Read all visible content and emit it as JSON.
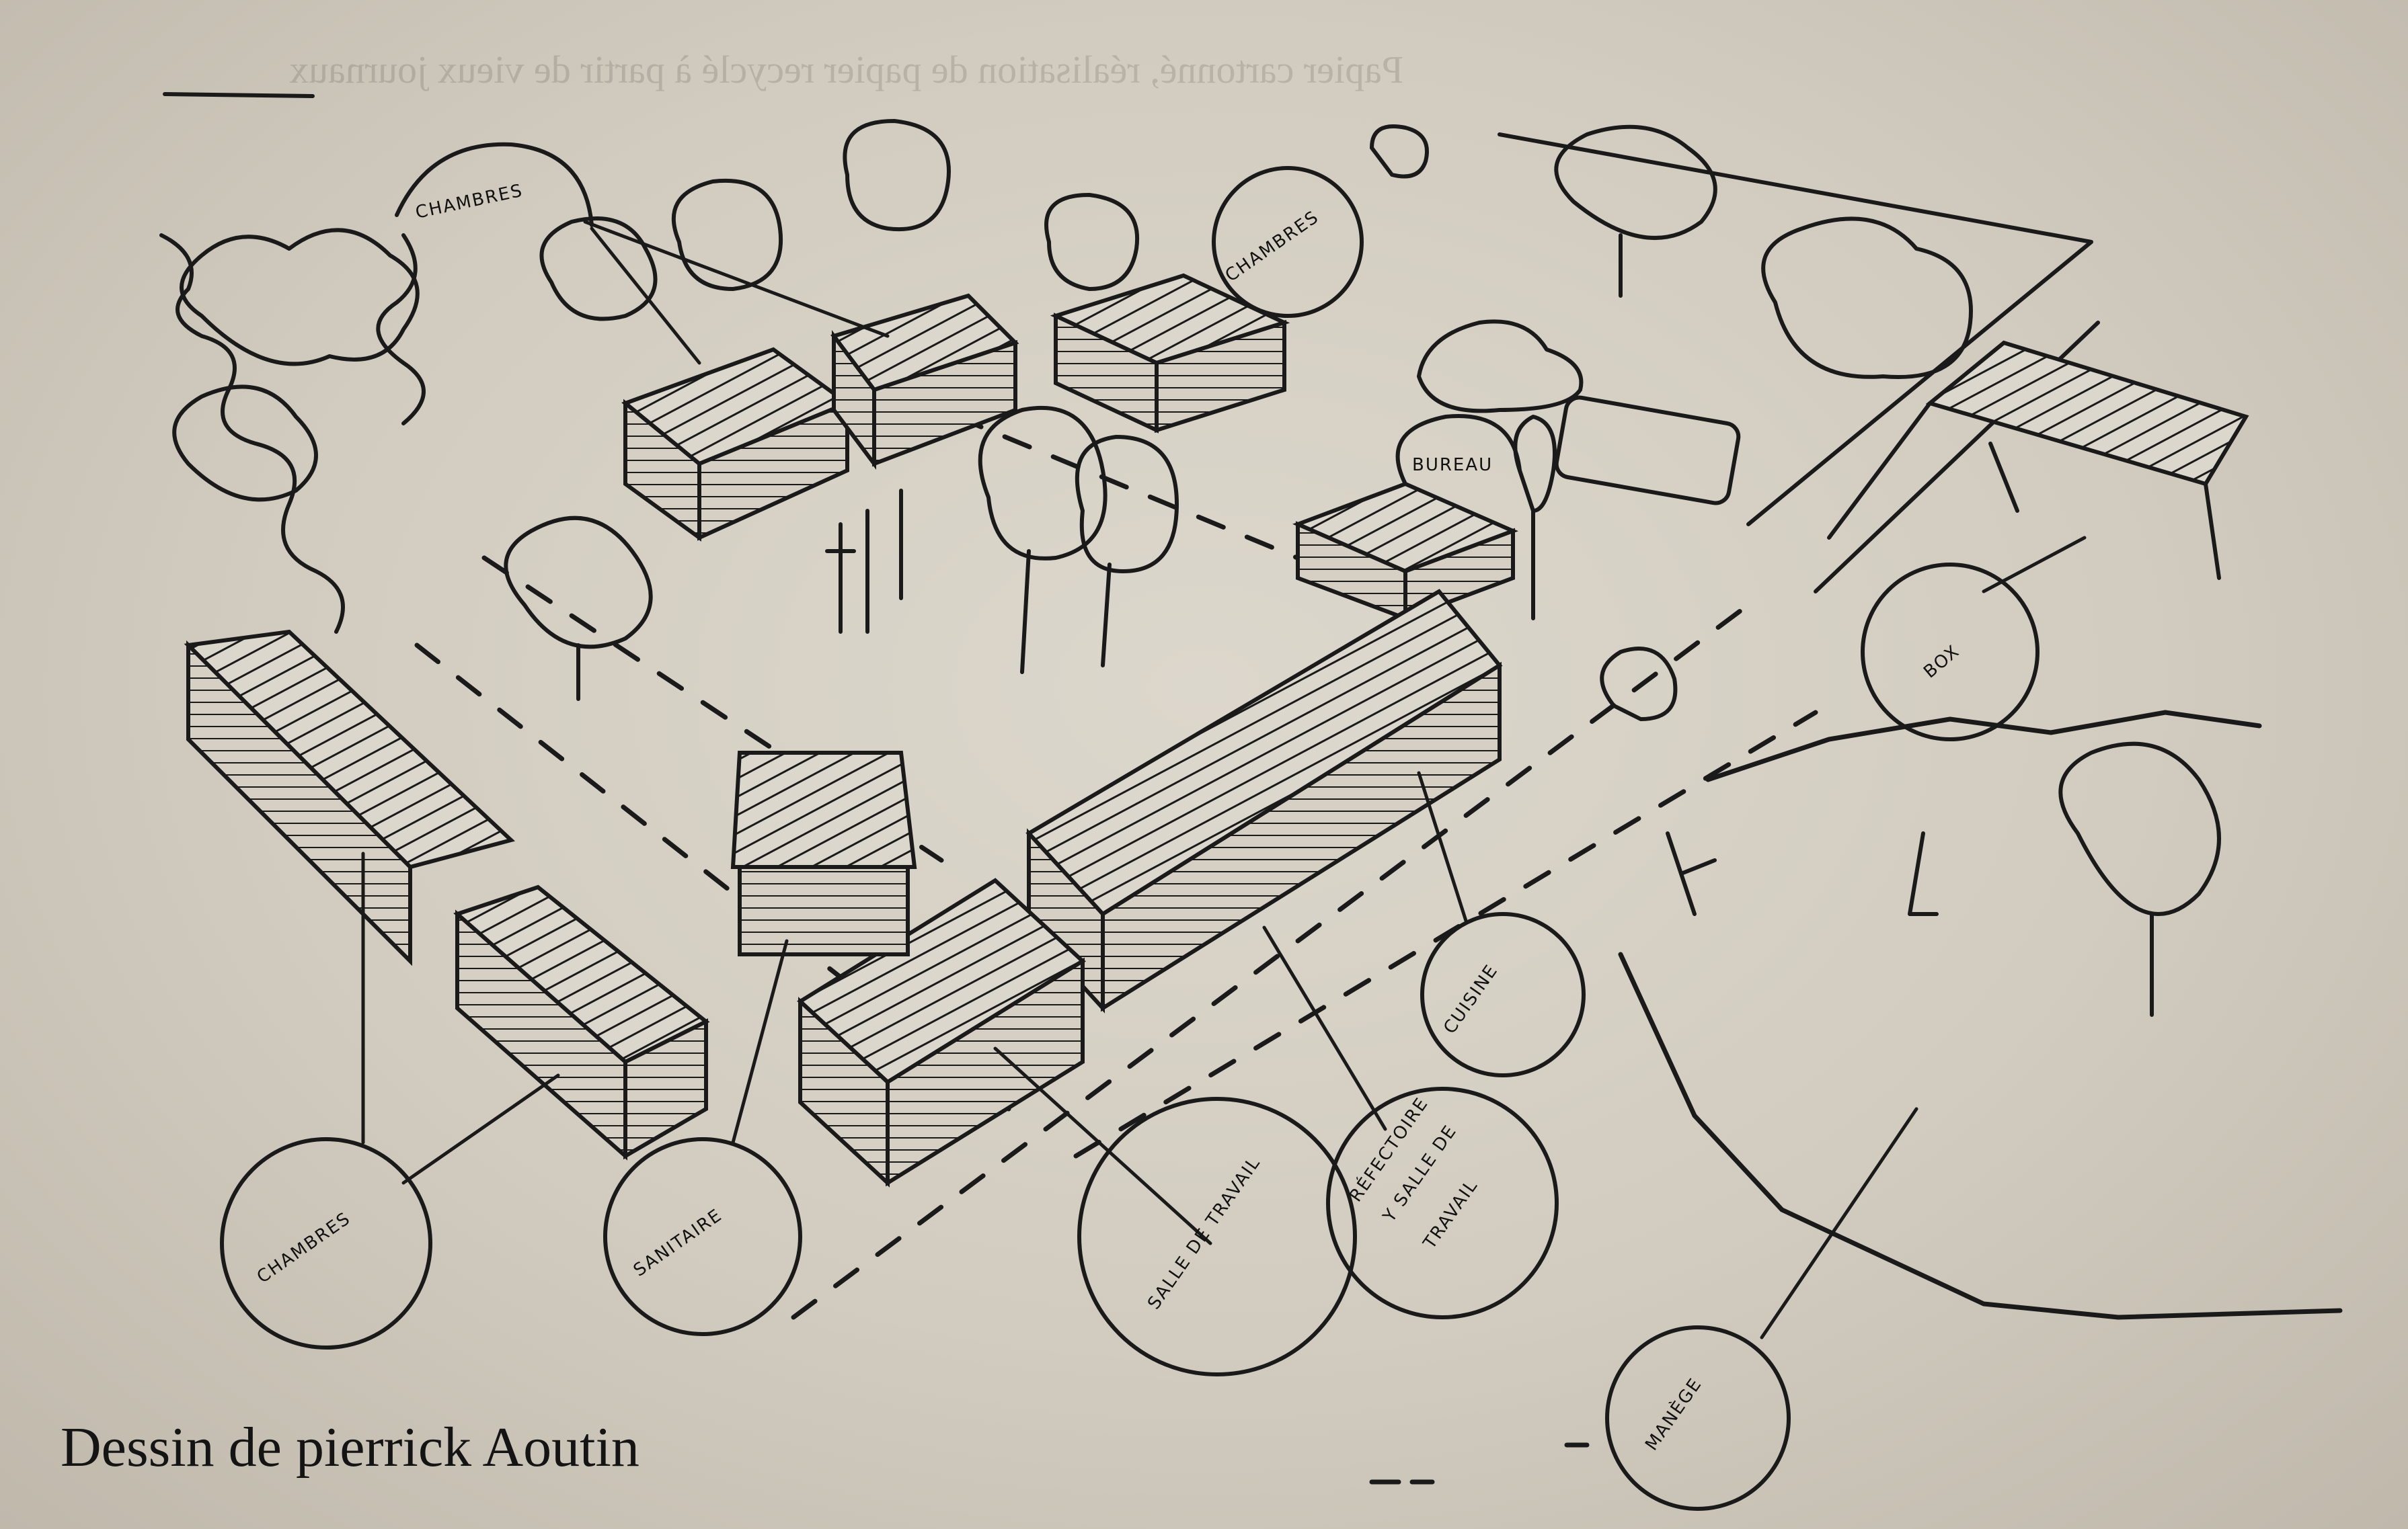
{
  "caption": "Dessin de pierrick Aoutin",
  "labels": {
    "chambres_top_left": "CHAMBRES",
    "chambres_top_right": "CHAMBRES",
    "bureau": "BUREAU",
    "box": "BOX",
    "chambres_bottom": "CHAMBRES",
    "sanitaire": "SANITAIRE",
    "salle_de_travail": "SALLE DE TRAVAIL",
    "refectoire_line1": "RÉFECTOIRE",
    "refectoire_line2": "Y SALLE DE",
    "refectoire_line3": "TRAVAIL",
    "cuisine": "CUISINE",
    "manege": "MANÈGE"
  }
}
